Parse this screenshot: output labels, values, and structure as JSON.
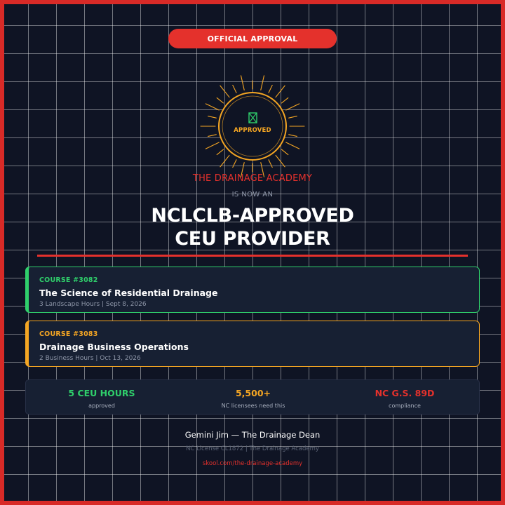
{
  "badge": {
    "label": "OFFICIAL APPROVAL"
  },
  "seal": {
    "icon": "document-check-icon",
    "label": "APPROVED",
    "color": "#f5a623"
  },
  "header": {
    "academy": "THE DRAINAGE ACADEMY",
    "intro": "IS NOW AN",
    "headline_line1": "NCLCLB-APPROVED",
    "headline_line2": "CEU PROVIDER"
  },
  "courses": [
    {
      "number": "COURSE #3082",
      "title": "The Science of Residential Drainage",
      "meta": "3 Landscape Hours  |  Sept 8, 2026",
      "accent": "#2fcf6b"
    },
    {
      "number": "COURSE #3083",
      "title": "Drainage Business Operations",
      "meta": "2 Business Hours  |  Oct 13, 2026",
      "accent": "#f5a623"
    }
  ],
  "stats": [
    {
      "value": "5 CEU HOURS",
      "label": "approved",
      "color": "#2fcf6b"
    },
    {
      "value": "5,500+",
      "label": "NC licensees need this",
      "color": "#f5a623"
    },
    {
      "value": "NC G.S. 89D",
      "label": "compliance",
      "color": "#e4312c"
    }
  ],
  "footer": {
    "name": "Gemini Jim — The Drainage Dean",
    "sub": "NC License CL1872  |  The Drainage Academy",
    "link": "skool.com/the-drainage-academy"
  },
  "colors": {
    "frame": "#d82a27",
    "background": "#0f1424",
    "accent_red": "#e4312c"
  }
}
